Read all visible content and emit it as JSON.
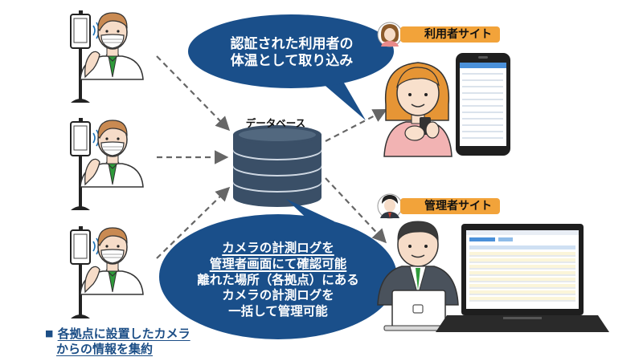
{
  "database": {
    "label": "データベース"
  },
  "bubble_top": {
    "lines": [
      "認証された利用者の",
      "体温として取り込み"
    ]
  },
  "bubble_bottom": {
    "lines": [
      "カメラの計測ログを",
      "管理者画面にて確認可能",
      "離れた場所（各拠点）にある",
      "カメラの計測ログを",
      "一括して管理可能"
    ]
  },
  "user_site": {
    "label": "利用者サイト"
  },
  "admin_site": {
    "label": "管理者サイト"
  },
  "caption": {
    "bullet": "■",
    "line1": "各拠点に設置したカメラ",
    "line2": "からの情報を集約"
  },
  "colors": {
    "bubble_blue": "#1a4f8a",
    "pill_orange": "#f2a33a",
    "db_dark": "#3a4f67",
    "arrow_gray": "#666666",
    "tie_green": "#2e9b3a",
    "caption_blue": "#1c4e86"
  }
}
